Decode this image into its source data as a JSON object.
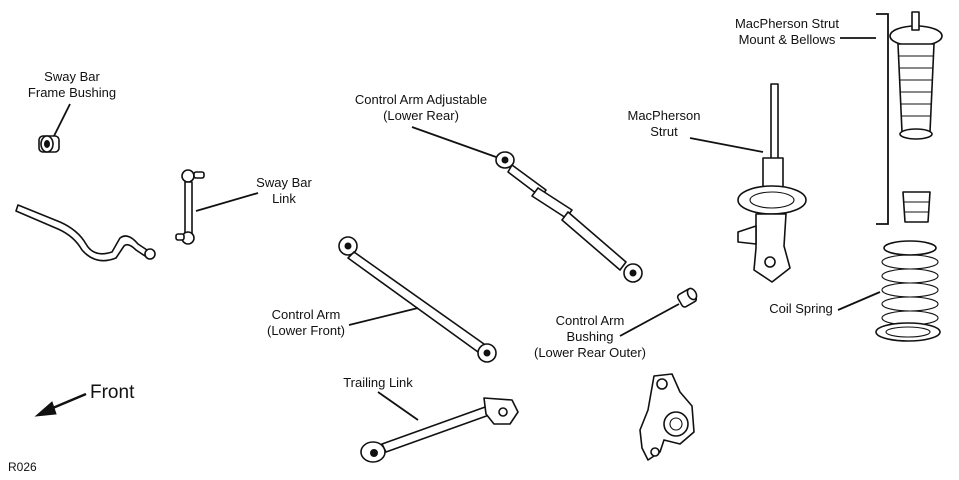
{
  "diagram": {
    "labels": {
      "sway_bar_bushing": [
        "Sway Bar",
        "Frame Bushing"
      ],
      "sway_bar_link": [
        "Sway Bar",
        "Link"
      ],
      "control_arm_adjustable": [
        "Control Arm Adjustable",
        "(Lower Rear)"
      ],
      "macpherson_strut": [
        "MacPherson",
        "Strut"
      ],
      "strut_mount": [
        "MacPherson Strut",
        "Mount & Bellows"
      ],
      "control_arm_lower_front": [
        "Control Arm",
        "(Lower Front)"
      ],
      "control_arm_bushing": [
        "Control Arm",
        "Bushing",
        "(Lower Rear Outer)"
      ],
      "coil_spring": [
        "Coil Spring"
      ],
      "trailing_link": [
        "Trailing Link"
      ]
    },
    "front_label": "Front",
    "figure_code": "R026",
    "line_color": "#111111",
    "background": "#ffffff"
  }
}
